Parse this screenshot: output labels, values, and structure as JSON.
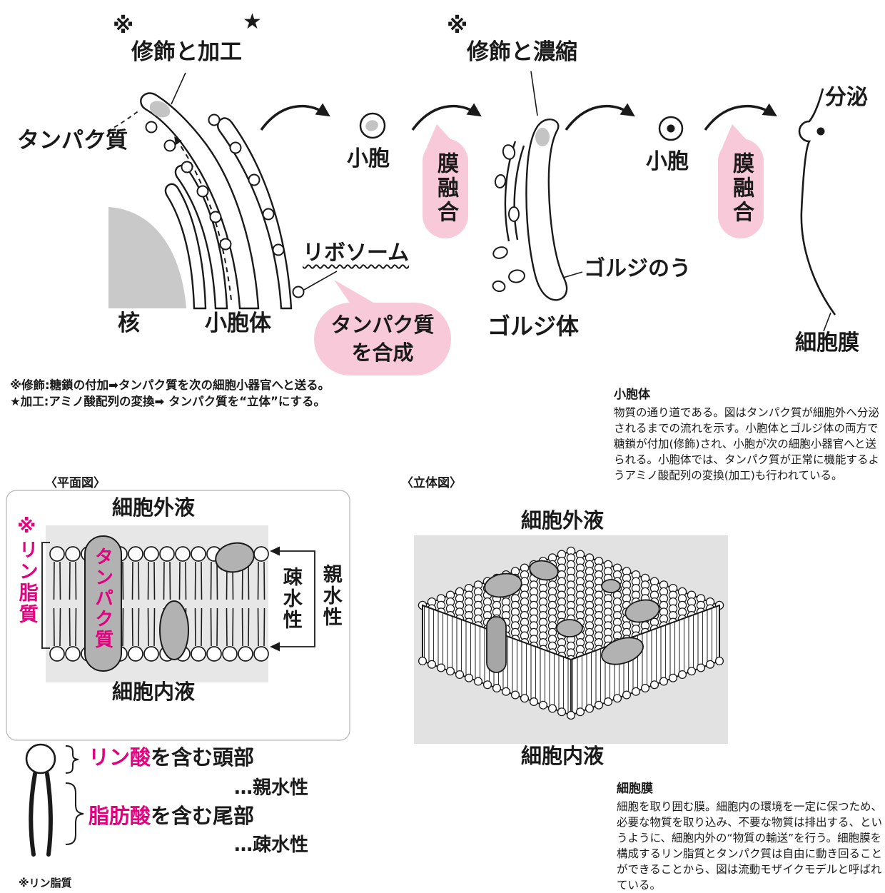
{
  "colors": {
    "pink_bubble": "#f8c9d9",
    "magenta": "#e4007f",
    "protein_gray": "#b2b2b2",
    "panel_gray": "#e7e7e7",
    "ink": "#1a1a1a"
  },
  "pathway": {
    "note_mark_1": "※",
    "star_mark": "★",
    "label_modification_processing": "修飾と加工",
    "label_protein": "タンパク質",
    "label_nucleus": "核",
    "label_er": "小胞体",
    "label_ribosome": "リボソーム",
    "bubble_synthesis_line1": "タンパク質",
    "bubble_synthesis_line2": "を合成",
    "label_vesicle_1": "小胞",
    "bubble_membrane_fusion_1": "膜融合",
    "note_mark_2": "※",
    "label_modification_concentration": "修飾と濃縮",
    "label_golgi_sac": "ゴルジのう",
    "label_golgi_body": "ゴルジ体",
    "label_vesicle_2": "小胞",
    "bubble_membrane_fusion_2": "膜融合",
    "label_secretion": "分泌",
    "label_cell_membrane": "細胞膜",
    "footnote_1": "※修飾:糖鎖の付加➡タンパク質を次の細胞小器官へと送る。",
    "footnote_2": "★加工:アミノ酸配列の変換➡ タンパク質を“立体”にする。"
  },
  "er_note": {
    "heading": "小胞体",
    "body": "物質の通り道である。図はタンパク質が細胞外へ分泌されるまでの流れを示す。小胞体とゴルジ体の両方で糖鎖が付加(修飾)され、小胞が次の細胞小器官へと送られる。小胞体では、タンパク質が正常に機能するようアミノ酸配列の変換(加工)も行われている。"
  },
  "plan_view": {
    "caption": "〈平面図〉",
    "label_extracellular": "細胞外液",
    "label_intracellular": "細胞内液",
    "note_mark": "※",
    "label_phospholipid": "リン脂質",
    "label_protein": "タンパク質",
    "label_hydrophobic": "疎水性",
    "label_hydrophilic": "親水性"
  },
  "legend": {
    "head_highlight": "リン酸",
    "head_rest": "を含む頭部",
    "head_property": "…親水性",
    "tail_highlight": "脂肪酸",
    "tail_rest": "を含む尾部",
    "tail_property": "…疎水性",
    "footnote": "※リン脂質"
  },
  "solid_view": {
    "caption": "〈立体図〉",
    "label_extracellular": "細胞外液",
    "label_intracellular": "細胞内液"
  },
  "membrane_note": {
    "heading": "細胞膜",
    "body": "細胞を取り囲む膜。細胞内の環境を一定に保つため、必要な物質を取り込み、不要な物質は排出する、というように、細胞内外の“物質の輸送”を行う。細胞膜を構成するリン脂質とタンパク質は自由に動き回ることができることから、図は流動モザイクモデルと呼ばれている。"
  }
}
